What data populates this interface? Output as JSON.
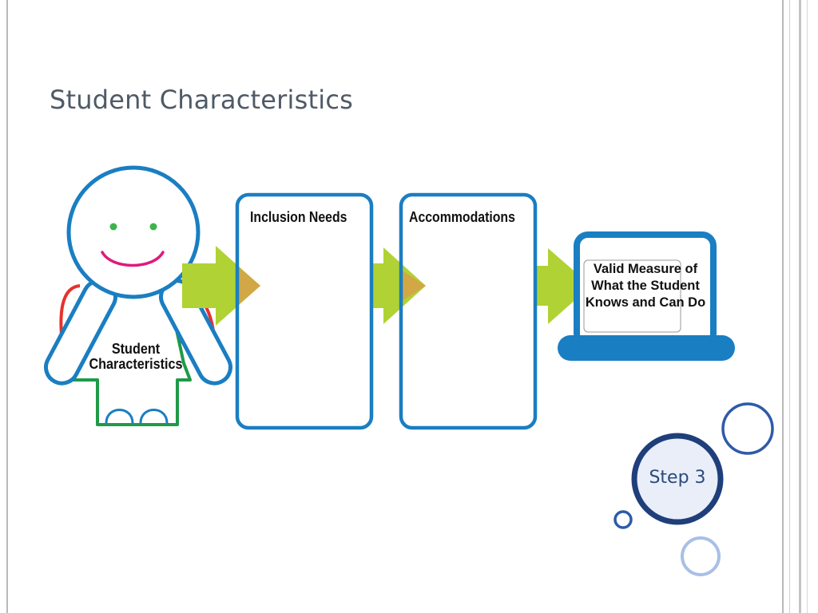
{
  "slide": {
    "title": "Student Characteristics"
  },
  "diagram": {
    "student_label_line1": "Student",
    "student_label_line2": "Characteristics",
    "box1_label": "Inclusion Needs",
    "box2_label": "Accommodations",
    "laptop_label_line1": "Valid Measure of",
    "laptop_label_line2": "What the Student",
    "laptop_label_line3": "Knows and Can Do"
  },
  "badge": {
    "label": "Step 3"
  },
  "colors": {
    "box_border": "#1a7ec2",
    "arrow_fill": "#b1d234",
    "arrow_overlap": "#d8a04a",
    "face_outline": "#1a7ec2",
    "eyes": "#3cb44b",
    "mouth": "#e0197d",
    "backpack": "#e5322d",
    "body_outline": "#1f9a48",
    "badge_ring": "#1f3f7a",
    "badge_fill": "#e9eef9",
    "bubble_dark": "#2f5aa8",
    "bubble_light": "#a9bfe6",
    "title_text": "#4f5a66"
  }
}
